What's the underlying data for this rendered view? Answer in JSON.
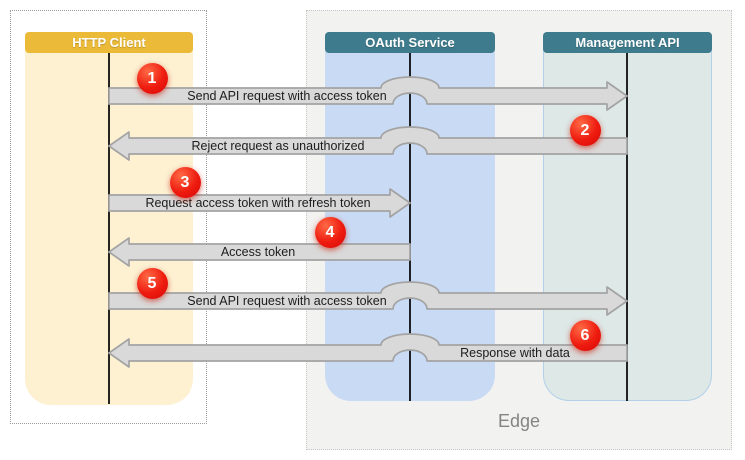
{
  "zones": {
    "client": {
      "label": ""
    },
    "edge": {
      "label": "Edge"
    }
  },
  "actors": [
    {
      "name": "HTTP Client"
    },
    {
      "name": "OAuth Service"
    },
    {
      "name": "Management API"
    }
  ],
  "messages": [
    {
      "step": "1",
      "label": "Send API request with access token",
      "from": "HTTP Client",
      "to": "Management API"
    },
    {
      "step": "2",
      "label": "Reject request as unauthorized",
      "from": "Management API",
      "to": "HTTP Client"
    },
    {
      "step": "3",
      "label": "Request access token with refresh token",
      "from": "HTTP Client",
      "to": "OAuth Service"
    },
    {
      "step": "4",
      "label": "Access token",
      "from": "OAuth Service",
      "to": "HTTP Client"
    },
    {
      "step": "5",
      "label": "Send API request with access token",
      "from": "HTTP Client",
      "to": "Management API"
    },
    {
      "step": "6",
      "label": "Response with data",
      "from": "Management API",
      "to": "HTTP Client"
    }
  ],
  "colors": {
    "client_header": "#eaba38",
    "service_header": "#3e7b8c",
    "client_lane": "#fdf1d2",
    "oauth_lane": "#c9daf4",
    "api_lane": "#dde8e7",
    "arrow_fill": "#d9d9d9",
    "arrow_border": "#a3a3a3",
    "badge_red": "#e60d0d",
    "lifeline": "#000000",
    "edge_zone_bg": "#f2f2f1"
  }
}
